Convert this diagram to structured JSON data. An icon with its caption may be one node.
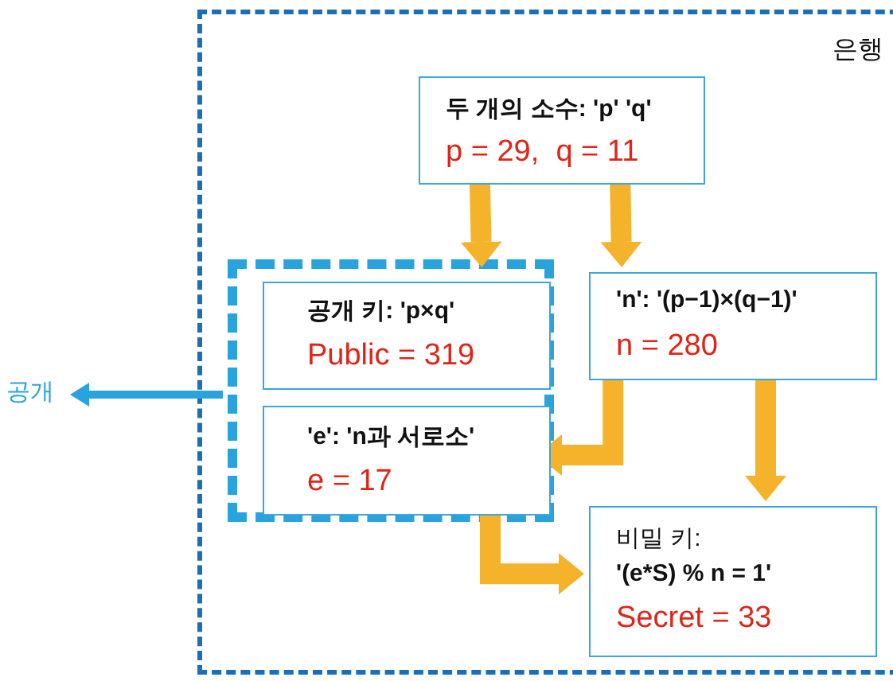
{
  "diagram": {
    "nodes": [
      {
        "text": [
          "은행"
        ]
      },
      {
        "text": [
          "두 개의 소수: 'p' 'q'",
          "p = 29,  q = 11"
        ],
        "in": 0
      },
      {
        "text": [],
        "shape": "box",
        "in": 0
      },
      {
        "text": [
          "공개 키: 'p×q'",
          "Public = 319"
        ],
        "in": 2
      },
      {
        "text": [
          "'n': '(p−1)×(q−1)'",
          "n = 280"
        ],
        "in": 0
      },
      {
        "text": [
          "'e': 'n과 서로소'",
          "e = 17"
        ],
        "in": 2
      },
      {
        "text": [
          "비밀 키:",
          "'(e*S) % n = 1'",
          "Secret = 33"
        ],
        "in": 0
      },
      {
        "text": [
          "공개"
        ]
      }
    ],
    "edges": [
      {
        "from": 1,
        "to": 3,
        "arrow": "to"
      },
      {
        "from": 1,
        "to": 4,
        "arrow": "to"
      },
      {
        "from": 4,
        "to": 5,
        "arrow": "to"
      },
      {
        "from": 4,
        "to": 6,
        "arrow": "to"
      },
      {
        "from": 5,
        "to": 6,
        "arrow": "to"
      },
      {
        "from": 2,
        "to": 7,
        "arrow": "to",
        "color": "#29a3dd"
      }
    ]
  }
}
